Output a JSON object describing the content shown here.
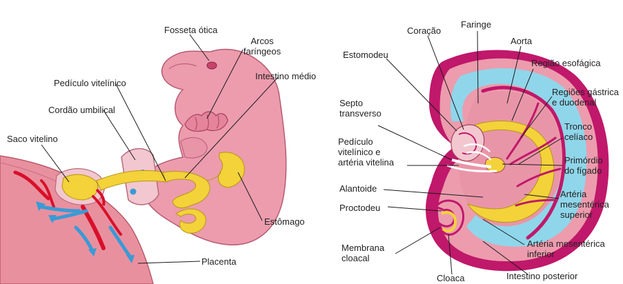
{
  "left_figure": {
    "labels": {
      "fosseta_otica": "Fosseta ótica",
      "arcos_1": "Arcos",
      "arcos_2": "faríngeos",
      "intestino_medio": "Intestino médio",
      "pediculo_vitelinico": "Pedículo vitelínico",
      "cordao_umbilical": "Cordão umbilical",
      "saco_vitelino": "Saco vitelino",
      "estomago": "Estômago",
      "placenta": "Placenta"
    }
  },
  "right_figure": {
    "labels": {
      "coracao": "Coração",
      "faringe": "Faringe",
      "aorta": "Aorta",
      "estomodeu": "Estomodeu",
      "regiao_esofagica": "Região esofágica",
      "regioes_gastrica_1": "Regiões gástrica",
      "regioes_gastrica_2": "e duodenal",
      "septo_1": "Septo",
      "septo_2": "transverso",
      "tronco_1": "Tronco",
      "tronco_2": "celíaco",
      "pediculo_1": "Pedículo",
      "pediculo_2": "vitelínico e",
      "pediculo_3": "artéria vitelina",
      "primordio_1": "Primórdio",
      "primordio_2": "do fígado",
      "alantoide": "Alantoide",
      "arteria_sup_1": "Artéria",
      "arteria_sup_2": "mesentérica",
      "arteria_sup_3": "superior",
      "proctodeu": "Proctodeu",
      "arteria_inf_1": "Artéria mesentérica",
      "arteria_inf_2": "inferior",
      "membrana_1": "Membrana",
      "membrana_2": "cloacal",
      "cloaca": "Cloaca",
      "intestino_posterior": "Intestino posterior"
    }
  },
  "colors": {
    "embryo_pink": "#ec9cad",
    "embryo_dark_pink": "#c9607a",
    "ectoderm_magenta": "#c0186a",
    "lumen_cyan": "#8fd6ea",
    "endoderm_yellow": "#f3d23a",
    "artery_red": "#d8102a",
    "vein_blue": "#3a9ad6",
    "leader_line": "#1a1a1a"
  }
}
